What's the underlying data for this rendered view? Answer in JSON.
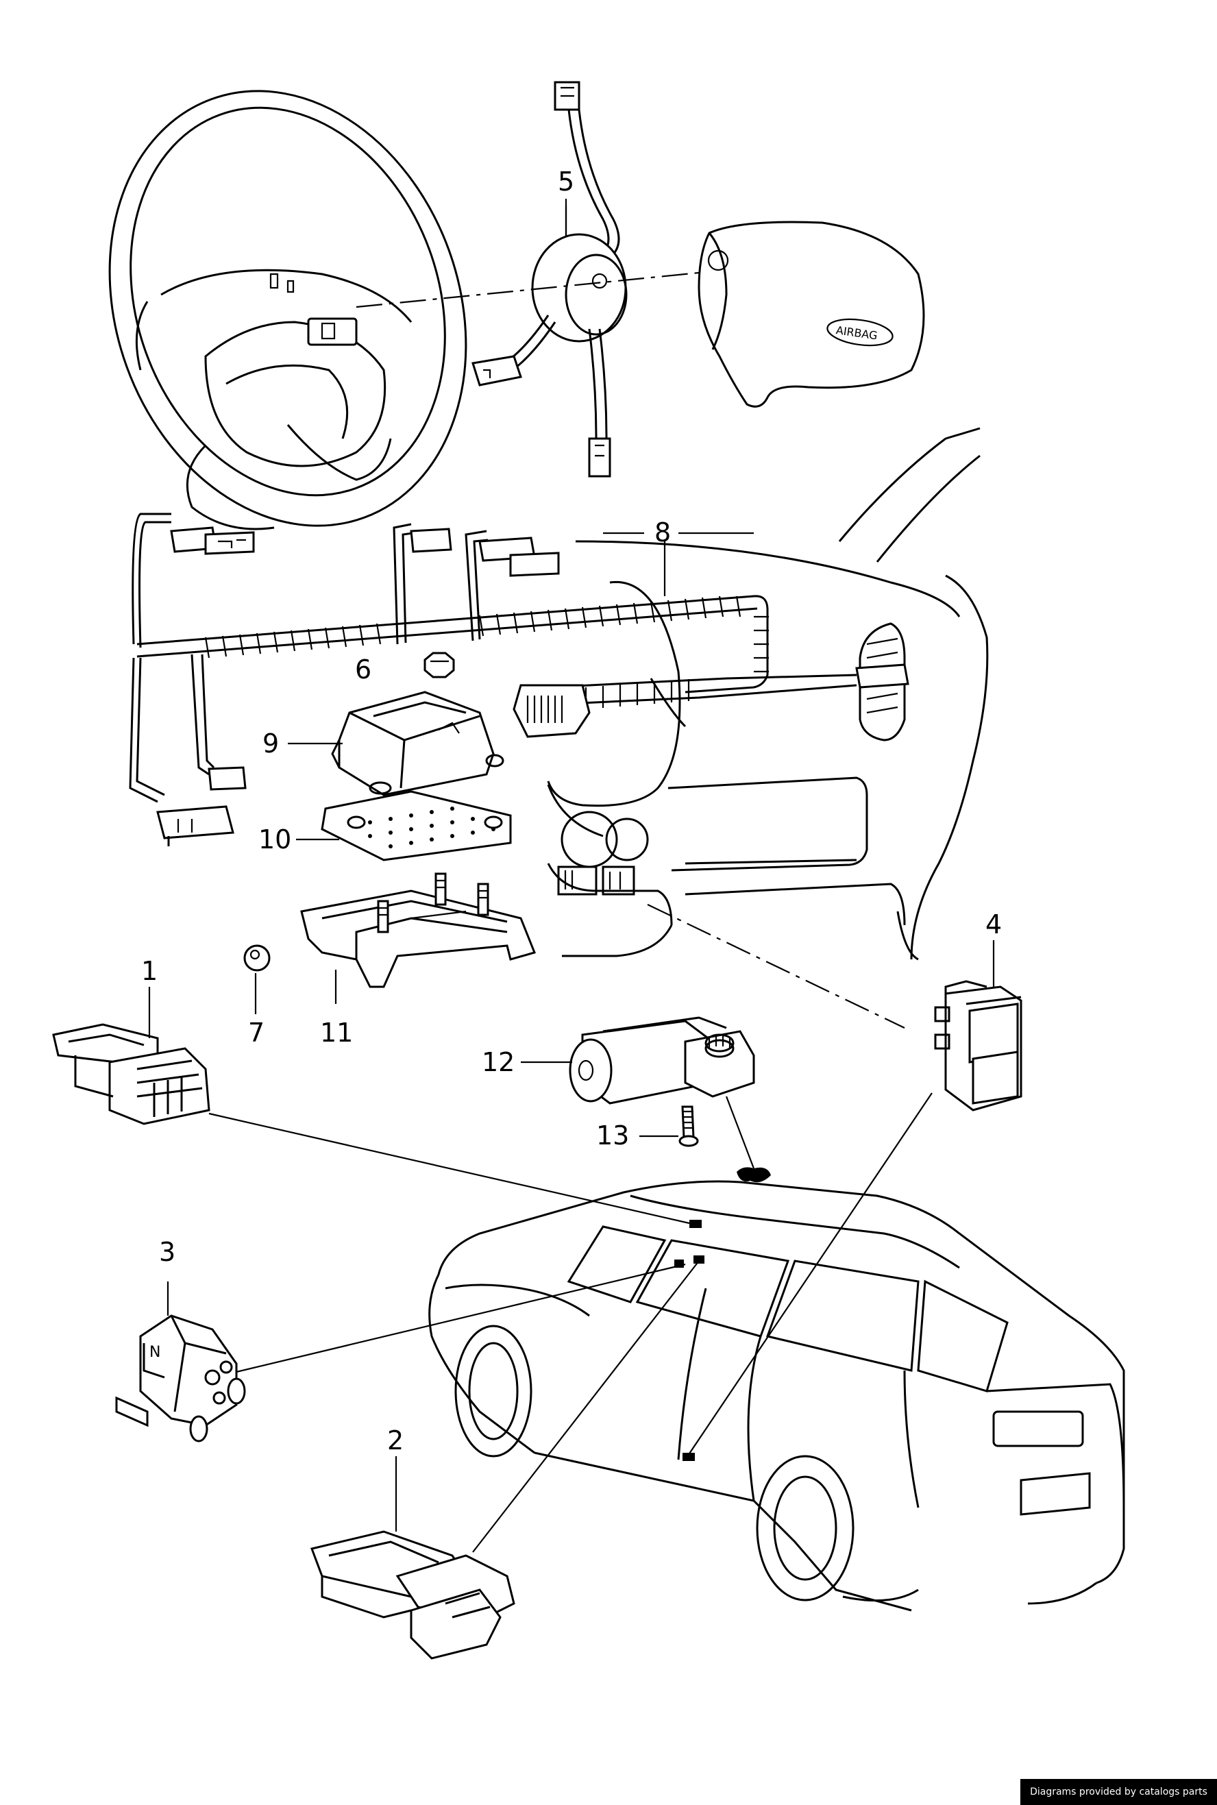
{
  "diagram": {
    "labels": {
      "l1": "1",
      "l2": "2",
      "l3": "3",
      "l4": "4",
      "l5": "5",
      "l6": "6",
      "l7": "7",
      "l8": "8",
      "l9": "9",
      "l10": "10",
      "l11": "11",
      "l12": "12",
      "l13": "13"
    },
    "airbag_text": "AIRBAG",
    "switch_letter": "N"
  },
  "credit": "Diagrams provided by catalogs parts"
}
